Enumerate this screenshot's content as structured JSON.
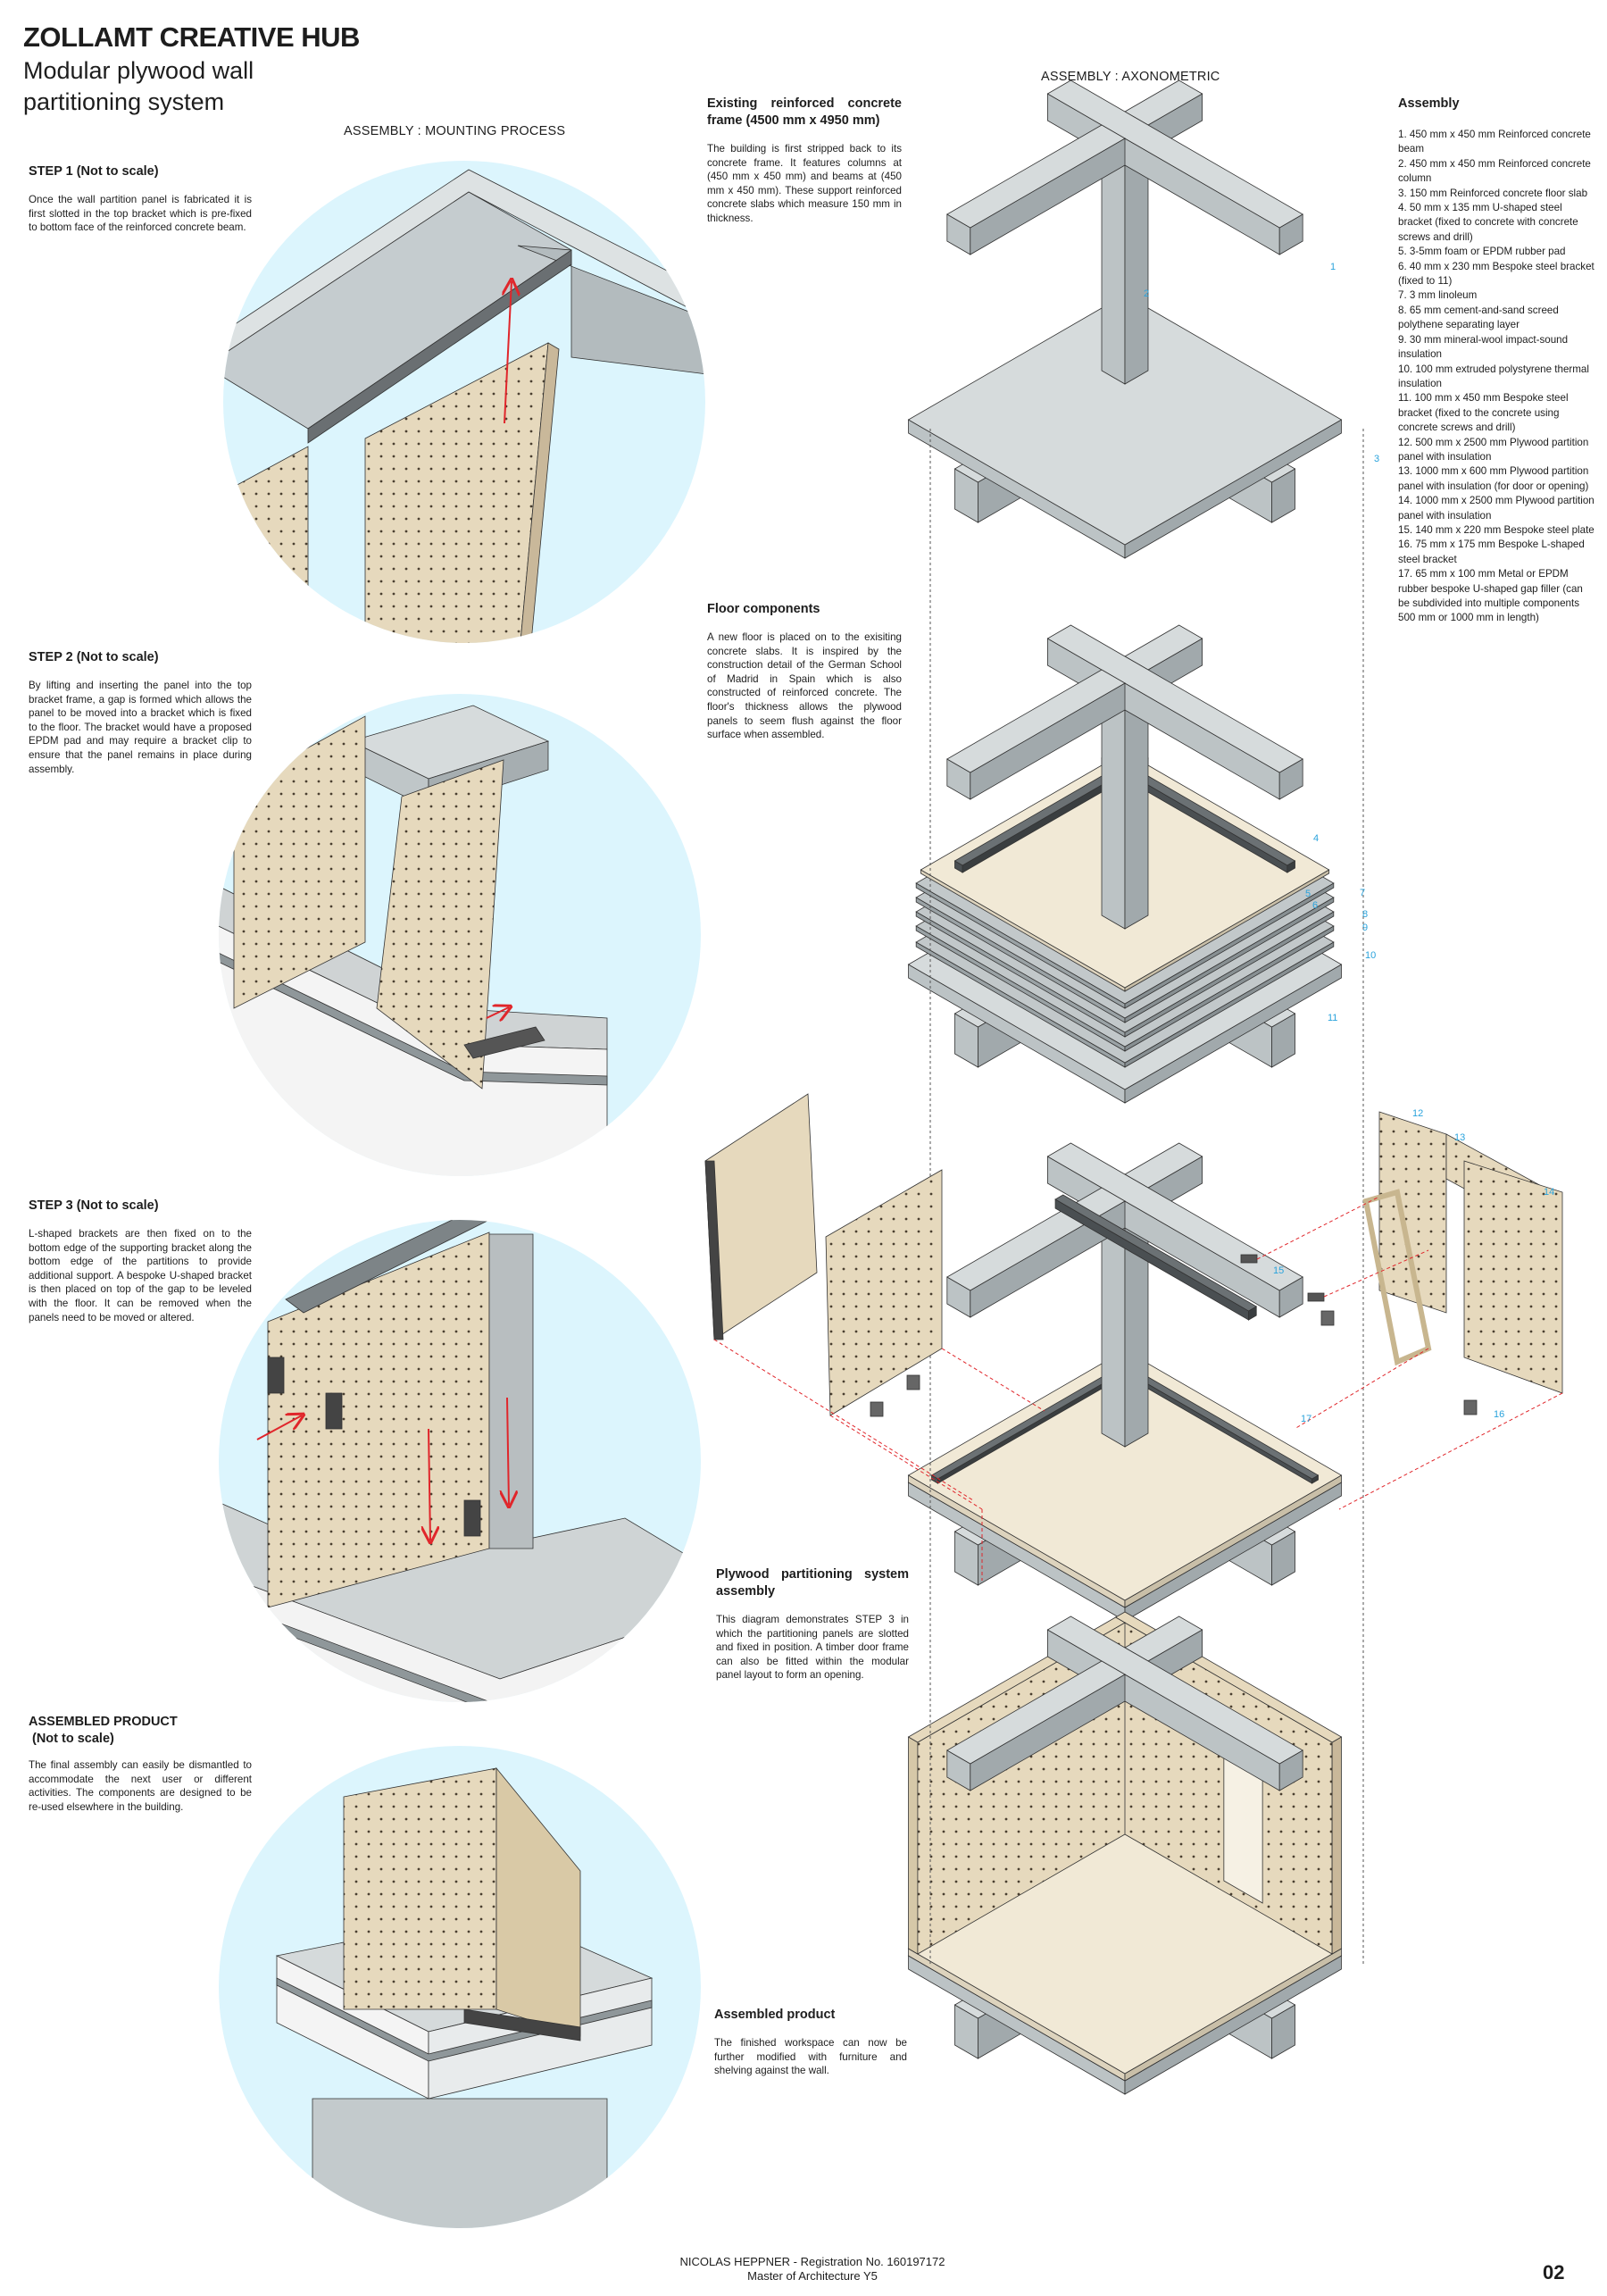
{
  "header": {
    "title": "ZOLLAMT CREATIVE HUB",
    "subtitle_line1": "Modular plywood wall",
    "subtitle_line2": "partitioning system"
  },
  "mounting": {
    "section_label": "ASSEMBLY : MOUNTING PROCESS",
    "steps": [
      {
        "heading": "STEP 1 (Not to scale)",
        "text": "Once the wall partition panel is fabricated it is first slotted in the top bracket which is pre-fixed to bottom face of the reinforced concrete beam."
      },
      {
        "heading": "STEP 2 (Not to scale)",
        "text": "By lifting and inserting the panel into the top bracket frame, a gap is formed which allows the panel to be moved into a bracket which is fixed to the floor. The bracket would have a proposed EPDM pad and may require a bracket clip to ensure that the panel remains in place during assembly."
      },
      {
        "heading": "STEP 3 (Not to scale)",
        "text": "L-shaped brackets are then fixed on to the bottom edge of the supporting bracket along the bottom edge of the partitions to provide additional support. A bespoke U-shaped bracket is then placed on top of the gap to be leveled with the floor. It can be removed when the panels need to be moved or altered."
      },
      {
        "heading": "ASSEMBLED PRODUCT",
        "heading2": "(Not to scale)",
        "text": "The final assembly can easily be dismantled to accommodate the next user or different activities. The components are designed to be re-used elsewhere in the building."
      }
    ]
  },
  "axonometric": {
    "section_label": "ASSEMBLY : AXONOMETRIC",
    "descriptions": [
      {
        "heading": "Existing reinforced concrete frame (4500 mm x 4950 mm)",
        "text": "The building is first stripped back to its concrete frame. It features columns at (450 mm x 450 mm) and beams at (450 mm x 450 mm). These support reinforced concrete slabs which measure 150 mm in thickness."
      },
      {
        "heading": "Floor components",
        "text": "A new floor is placed on to the exisiting concrete slabs. It is inspired by the construction detail of the German School of Madrid in Spain which is also constructed of reinforced concrete. The floor's thickness allows the plywood panels to seem flush against the floor surface when assembled."
      },
      {
        "heading": "Plywood partitioning system assembly",
        "text": "This diagram demonstrates STEP 3 in which the partitioning panels are slotted and fixed in position. A timber door frame can also be fitted within the modular panel layout to form an opening."
      },
      {
        "heading": "Assembled product",
        "text": "The finished workspace can now be further modified with furniture and shelving against the wall."
      }
    ],
    "callouts": [
      "1",
      "2",
      "3",
      "4",
      "5",
      "6",
      "7",
      "8",
      "9",
      "10",
      "11",
      "12",
      "13",
      "14",
      "15",
      "16",
      "17"
    ]
  },
  "assembly_list": {
    "heading": "Assembly",
    "items": [
      "1. 450 mm x 450 mm Reinforced concrete beam",
      "2. 450 mm x 450 mm Reinforced concrete column",
      "3. 150 mm Reinforced concrete floor slab",
      "4. 50 mm x 135 mm U-shaped steel bracket  (fixed to concrete with concrete screws and drill)",
      "5. 3-5mm foam or EPDM rubber pad",
      "6. 40 mm x 230 mm Bespoke steel bracket (fixed to 11)",
      "7. 3 mm linoleum",
      "8. 65 mm cement-and-sand screed polythene separating layer",
      "9. 30 mm mineral-wool impact-sound insulation",
      "10. 100 mm extruded polystyrene thermal insulation",
      "11. 100 mm x 450 mm Bespoke steel bracket (fixed to the concrete using concrete screws and drill)",
      "12. 500 mm x 2500 mm Plywood partition panel with insulation",
      "13. 1000 mm x 600 mm Plywood partition panel with insulation (for door or opening)",
      "14. 1000 mm x 2500 mm Plywood partition panel with insulation",
      "15. 140 mm x 220 mm Bespoke steel plate",
      "16. 75 mm x 175 mm Bespoke L-shaped steel bracket",
      "17. 65 mm x 100 mm Metal or EPDM rubber bespoke U-shaped gap filler (can be subdivided into multiple components 500  mm or 1000 mm in length)"
    ]
  },
  "footer": {
    "author_line": "NICOLAS HEPPNER  - Registration No. 160197172",
    "course_line": "Master of Architecture Y5",
    "page_number": "02"
  },
  "colors": {
    "circle_bg": "#dcf5fd",
    "callout_blue": "#2aa3dc",
    "arrow_red": "#e0262b",
    "concrete": "#c5cccf",
    "plywood": "#e6d9bd"
  }
}
